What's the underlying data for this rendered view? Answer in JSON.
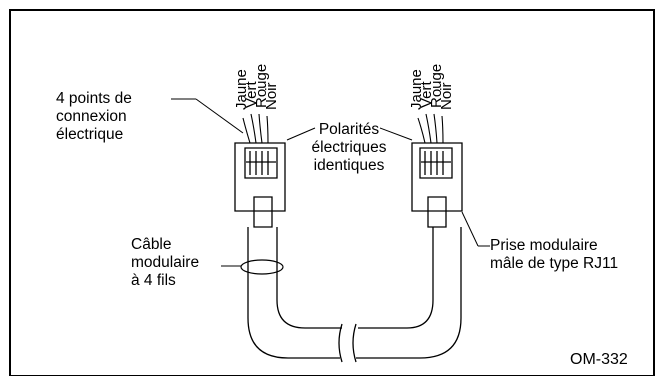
{
  "labels": {
    "connection_points": [
      "4 points de",
      "connexion",
      "électrique"
    ],
    "polarities": [
      "Polarités",
      "électriques",
      "identiques"
    ],
    "cable": [
      "Câble",
      "modulaire",
      "à 4 fils"
    ],
    "plug": [
      "Prise modulaire",
      "mâle de type RJ11"
    ],
    "figure_code": "OM-332"
  },
  "wires": [
    "Jaune",
    "Vert",
    "Rouge",
    "Noir"
  ]
}
